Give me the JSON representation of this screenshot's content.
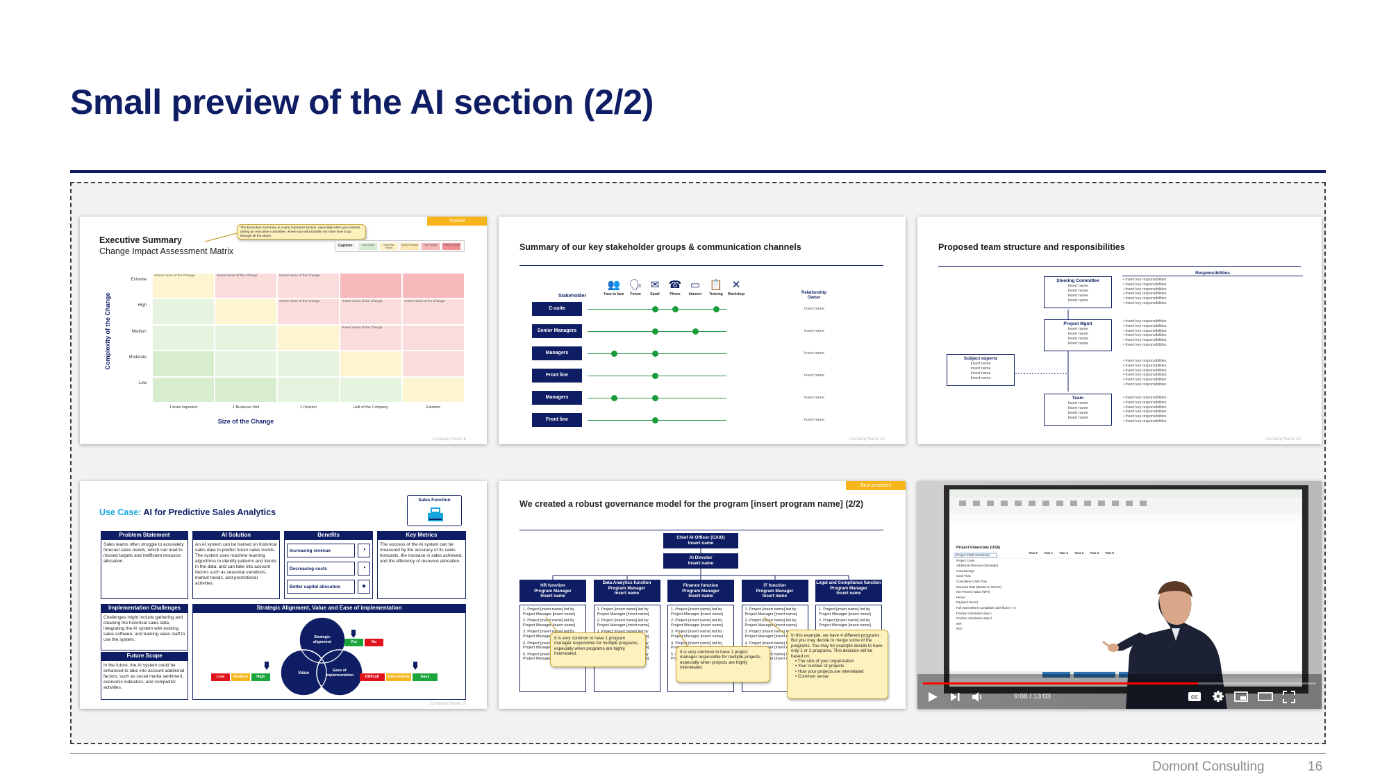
{
  "page": {
    "title": "Small preview of the AI section (2/2)",
    "company": "Domont Consulting",
    "number": "16"
  },
  "s1": {
    "tag": "Tutorial",
    "title": "Executive Summary",
    "subtitle": "Change Impact Assessment Matrix",
    "callout": "The Executive Summary is a very important section, especially when you present during an executive committee, where you will probably not have time to go through all the slides",
    "caption": {
      "label": "Caption:",
      "items": [
        "Low Impact",
        "Moderate Impact",
        "Medium Impact",
        "High Impact",
        "Extreme Impact"
      ],
      "colors": [
        "#d5ecd0",
        "#fdf0c5",
        "#fde7b0",
        "#f6b7b7",
        "#f08f94"
      ]
    },
    "ylabel": "Complexity of the Change",
    "xlabel": "Size of the Change",
    "rows": [
      "Extreme",
      "High",
      "Medium",
      "Moderate",
      "Low"
    ],
    "cols": [
      "1 team impacted",
      "1 Business Unit",
      "1 Division",
      "Half of the Company",
      "Extreme"
    ],
    "cell_text": "Insert name of the Change",
    "cell_colors": [
      [
        "#fdf4d0",
        "#fadcdc",
        "#fadcdc",
        "#f8b9bc",
        "#f8b9bc"
      ],
      [
        "#e6f3df",
        "#fdf4d0",
        "#fadcdc",
        "#fadcdc",
        "#fadcdc"
      ],
      [
        "#e6f3df",
        "#e6f3df",
        "#fdf4d0",
        "#fadcdc",
        "#fadcdc"
      ],
      [
        "#d8ecce",
        "#e6f3df",
        "#e6f3df",
        "#fdf4d0",
        "#fadcdc"
      ],
      [
        "#d8ecce",
        "#d8ecce",
        "#e6f3df",
        "#e6f3df",
        "#fdf4d0"
      ]
    ],
    "texts": [
      [
        0,
        0
      ],
      [
        0,
        1
      ],
      [
        0,
        2
      ],
      [
        1,
        2
      ],
      [
        1,
        3
      ],
      [
        1,
        4
      ],
      [
        2,
        3
      ]
    ],
    "footer": "Company Name   6"
  },
  "s2": {
    "title": "Summary of our key stakeholder groups & communication channels",
    "stakeholder_head": "Stakeholder",
    "owner_head": "Relationship Owner",
    "channels": [
      {
        "label": "Face to face",
        "icon": "people-icon"
      },
      {
        "label": "Forum",
        "icon": "speaker-icon"
      },
      {
        "label": "Email",
        "icon": "email-icon"
      },
      {
        "label": "Phone",
        "icon": "phone-icon"
      },
      {
        "label": "Intranet",
        "icon": "monitor-icon"
      },
      {
        "label": "Training",
        "icon": "training-icon"
      },
      {
        "label": "Workshop",
        "icon": "tools-icon"
      }
    ],
    "rows": [
      {
        "label": "C-suite",
        "dots": [
          2,
          3,
          5
        ],
        "owner": "Insert name"
      },
      {
        "label": "Senior Managers",
        "dots": [
          2,
          4
        ],
        "owner": "Insert name"
      },
      {
        "label": "Managers",
        "dots": [
          0,
          2
        ],
        "owner": "Insert name"
      },
      {
        "label": "Front line",
        "dots": [
          2
        ],
        "owner": "Insert name"
      },
      {
        "label": "Managers",
        "dots": [
          0,
          2
        ],
        "owner": "Insert name"
      },
      {
        "label": "Front line",
        "dots": [
          2
        ],
        "owner": "Insert name"
      }
    ],
    "dot_color": "#1a9b3c",
    "footer": "Company Name   20"
  },
  "s3": {
    "title": "Proposed team structure and responsibilities",
    "resp_head": "Responsibilities",
    "boxes": [
      {
        "name": "Steering Committee",
        "items": [
          "Insert name",
          "Insert name",
          "Insert name",
          "Insert name"
        ]
      },
      {
        "name": "Project Mgmt",
        "items": [
          "Insert name",
          "Insert name",
          "Insert name",
          "Insert name"
        ]
      },
      {
        "name": "Subject experts",
        "items": [
          "Insert name",
          "Insert name",
          "Insert name",
          "Insert name"
        ]
      },
      {
        "name": "Team",
        "items": [
          "Insert name",
          "Insert name",
          "Insert name",
          "Insert name"
        ]
      }
    ],
    "resp_item": "• Insert key responsibilities",
    "footer": "Company Name   43"
  },
  "s4": {
    "title_prefix": "Use Case:",
    "title_rest": " AI for Predictive Sales Analytics",
    "badge": "Sales Function",
    "problem": {
      "head": "Problem Statement",
      "text": "Sales teams often struggle to accurately forecast sales trends, which can lead to missed targets and inefficient resource allocation."
    },
    "solution": {
      "head": "AI Solution",
      "text": "An AI system can be trained on historical sales data to predict future sales trends. The system uses machine learning algorithms to identify patterns and trends in the data, and can take into account factors such as seasonal variations, market trends, and promotional activities."
    },
    "benefits": {
      "head": "Benefits",
      "items": [
        "Increasing revenue",
        "Decreasing costs",
        "Better capital allocation"
      ]
    },
    "metrics": {
      "head": "Key Metrics",
      "text": "The success of the AI system can be measured by the accuracy of its sales forecasts, the increase in sales achieved, and the efficiency of resource allocation."
    },
    "challenges": {
      "head": "Implementation Challenges",
      "text": "Challenges might include gathering and cleaning the historical sales data, integrating the AI system with existing sales software, and training sales staff to use the system."
    },
    "future": {
      "head": "Future Scope",
      "text": "In the future, the AI system could be enhanced to take into account additional factors, such as social media sentiment, economic indicators, and competitor activities."
    },
    "strategic": {
      "head": "Strategic Alignment, Value and Ease of implementation",
      "circles": [
        "Strategic alignment",
        "Value",
        "Ease of implementation"
      ],
      "yes": "Yes",
      "no": "No",
      "scale1": [
        "Low",
        "Medium",
        "High"
      ],
      "scale2": [
        "Difficult",
        "Intermediate",
        "Easy"
      ]
    },
    "footer": "Company Name   10"
  },
  "s5": {
    "tag": "Best practices",
    "title": "We created a robust governance model for the program [insert program name] (2/2)",
    "caio": {
      "title": "Chief AI Officer (CAIO)",
      "sub": "Insert name"
    },
    "director": {
      "title": "AI Director",
      "sub": "Insert name"
    },
    "functions": [
      {
        "name": "HR function",
        "role": "Program Manager",
        "sub": "Insert name"
      },
      {
        "name": "Data Analytics function",
        "role": "Program Manager",
        "sub": "Insert name"
      },
      {
        "name": "Finance function",
        "role": "Program Manager",
        "sub": "Insert name"
      },
      {
        "name": "IT function",
        "role": "Program Manager",
        "sub": "Insert name"
      },
      {
        "name": "Legal and Compliance function",
        "role": "Program Manager",
        "sub": "Insert name"
      }
    ],
    "list_items": [
      "1. Project [insert name] led by Project Manager [insert name]",
      "2. Project [insert name] led by Project Manager [insert name]",
      "3. Project [insert name] led by Project Manager [insert name]",
      "4. Project [insert name] led by Project Manager [insert name]",
      "5. Project [insert name] led by Project Manager [insert name]"
    ],
    "callout1": "It is very common to have 1 program manager responsible for multiple programs, especially when programs are highly interrelated.",
    "callout2": "It is very common to have 1 project manager responsible for multiple projects, especially when projects are highly interrelated.",
    "callout3": {
      "text": "In this example, we have 4 different programs. But you may decide to merge some of the programs. You may for example decide to have only 1 or 2 programs. This decision will be based on:",
      "bullets": [
        "The size of your organization",
        "Your number of projects",
        "How your projects are interrelated",
        "Common sense"
      ]
    }
  },
  "video": {
    "time": "9:08 / 13:03",
    "progress": 0.699,
    "sheet": {
      "title": "Project Financials (US$)",
      "rows": [
        "Project Initial Investment",
        "Project Costs",
        "Additional Revenue Generated",
        "Cost Savings",
        "Cash Flow",
        "Cumulative Cash Flow",
        "Discount Rate (Based on WACC)",
        "Net Present Value (NPV)",
        "Period",
        "Payback Period",
        "Full years where cumulative cash flow is < 0",
        "Fraction calculation step 1",
        "Fraction calculation step 2",
        "IRR",
        "ROI"
      ],
      "years": [
        "Year 0",
        "Year 1",
        "Year 2",
        "Year 3",
        "Year 4",
        "Year 5"
      ]
    },
    "controls": [
      "play-icon",
      "next-icon",
      "volume-icon",
      "captions-icon",
      "settings-icon",
      "miniplayer-icon",
      "theater-icon",
      "fullscreen-icon"
    ]
  }
}
